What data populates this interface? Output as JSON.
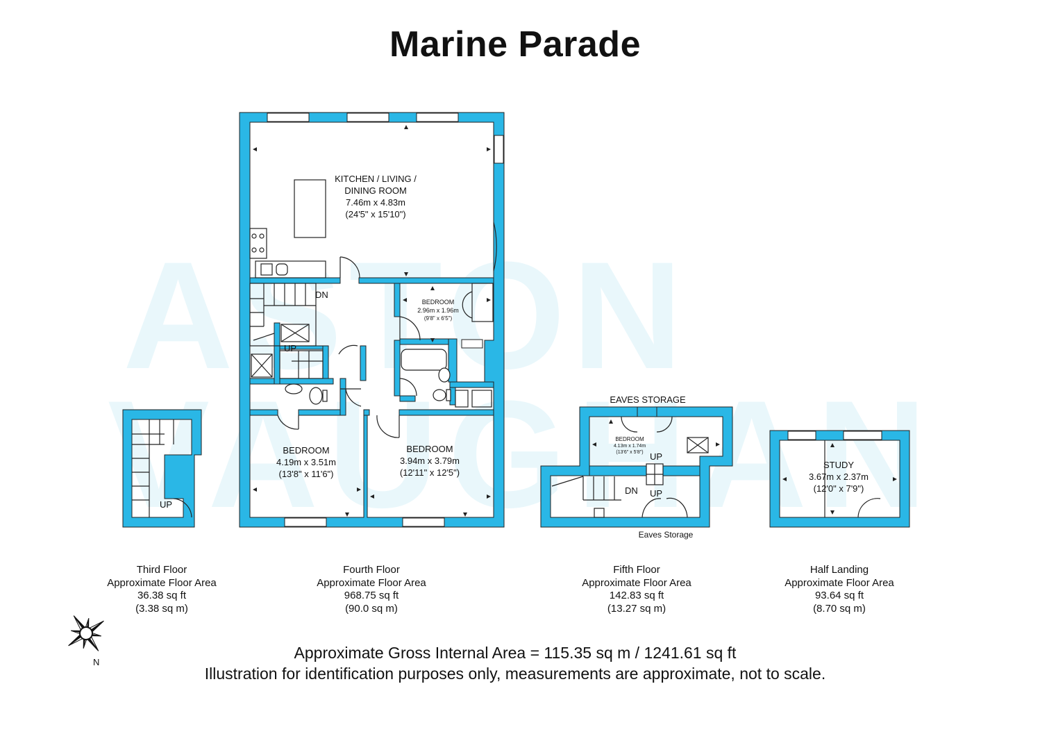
{
  "title": "Marine Parade",
  "watermark": [
    "ASTON",
    "VAUGHAN"
  ],
  "colors": {
    "wall": "#2ab7e6",
    "line": "#222222",
    "watermark": "#e8f7fb"
  },
  "rooms": {
    "kitchen": {
      "name_line1": "KITCHEN / LIVING /",
      "name_line2": "DINING ROOM",
      "metric": "7.46m x 4.83m",
      "imperial": "(24'5\" x 15'10\")"
    },
    "bedroom_small": {
      "name": "BEDROOM",
      "metric": "2.96m x 1.96m",
      "imperial": "(9'8\" x 6'5\")"
    },
    "bedroom_left": {
      "name": "BEDROOM",
      "metric": "4.19m x 3.51m",
      "imperial": "(13'8\" x 11'6\")"
    },
    "bedroom_right": {
      "name": "BEDROOM",
      "metric": "3.94m x 3.79m",
      "imperial": "(12'11\" x 12'5\")"
    },
    "bedroom_fifth": {
      "name": "BEDROOM",
      "metric": "4.13m x 1.74m",
      "imperial": "(13'6\" x 5'8\")"
    },
    "study": {
      "name": "STUDY",
      "metric": "3.67m x 2.37m",
      "imperial": "(12'0\" x 7'9\")"
    }
  },
  "stair_labels": {
    "dn_fourth": "DN",
    "up_fourth": "UP",
    "up_third": "UP",
    "up_fifth_top": "UP",
    "up_fifth_bottom": "UP",
    "dn_fifth": "DN"
  },
  "storage_labels": {
    "eaves_top": "EAVES STORAGE",
    "eaves_bottom": "Eaves Storage"
  },
  "floors": [
    {
      "name": "Third Floor",
      "label": "Approximate Floor Area",
      "sqft": "36.38 sq ft",
      "sqm": "(3.38 sq m)"
    },
    {
      "name": "Fourth Floor",
      "label": "Approximate Floor Area",
      "sqft": "968.75 sq ft",
      "sqm": "(90.0 sq m)"
    },
    {
      "name": "Fifth Floor",
      "label": "Approximate Floor Area",
      "sqft": "142.83 sq ft",
      "sqm": "(13.27 sq m)"
    },
    {
      "name": "Half Landing",
      "label": "Approximate Floor Area",
      "sqft": "93.64 sq ft",
      "sqm": "(8.70 sq m)"
    }
  ],
  "footer": {
    "gross_area": "Approximate Gross Internal Area = 115.35 sq m / 1241.61 sq ft",
    "disclaimer": "Illustration for identification purposes only, measurements are approximate, not to scale."
  },
  "compass": {
    "label": "N",
    "icon": "compass-rose-icon"
  }
}
